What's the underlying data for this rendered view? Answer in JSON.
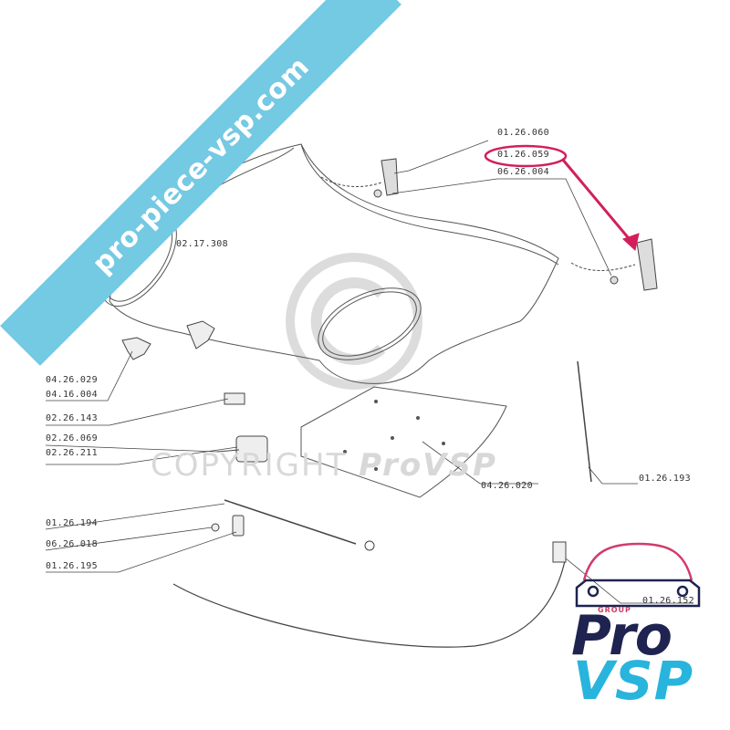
{
  "watermark": {
    "banner_text": "pro-piece-vsp.com",
    "copyright_word": "COPYRIGHT",
    "copyright_brand": "ProVSP"
  },
  "logo": {
    "group_text": "GROUP",
    "pro_text": "Pro",
    "vsp_text": "VSP",
    "colors": {
      "pink": "#d23c6a",
      "navy": "#1e2350",
      "cyan": "#28b4dc"
    }
  },
  "highlight": {
    "part": "01.26.059",
    "color": "#d21f5c"
  },
  "parts": [
    {
      "id": "p1",
      "label": "01.26.060"
    },
    {
      "id": "p2",
      "label": "01.26.059"
    },
    {
      "id": "p3",
      "label": "06.26.004"
    },
    {
      "id": "p4",
      "label": "02.17.308"
    },
    {
      "id": "p5",
      "label": "04.26.029"
    },
    {
      "id": "p6",
      "label": "04.16.004"
    },
    {
      "id": "p7",
      "label": "02.26.143"
    },
    {
      "id": "p8",
      "label": "02.26.069"
    },
    {
      "id": "p9",
      "label": "02.26.211"
    },
    {
      "id": "p10",
      "label": "04.26.020"
    },
    {
      "id": "p11",
      "label": "01.26.193"
    },
    {
      "id": "p12",
      "label": "01.26.194"
    },
    {
      "id": "p13",
      "label": "06.26.018"
    },
    {
      "id": "p14",
      "label": "01.26.195"
    },
    {
      "id": "p15",
      "label": "01.26.152"
    }
  ]
}
